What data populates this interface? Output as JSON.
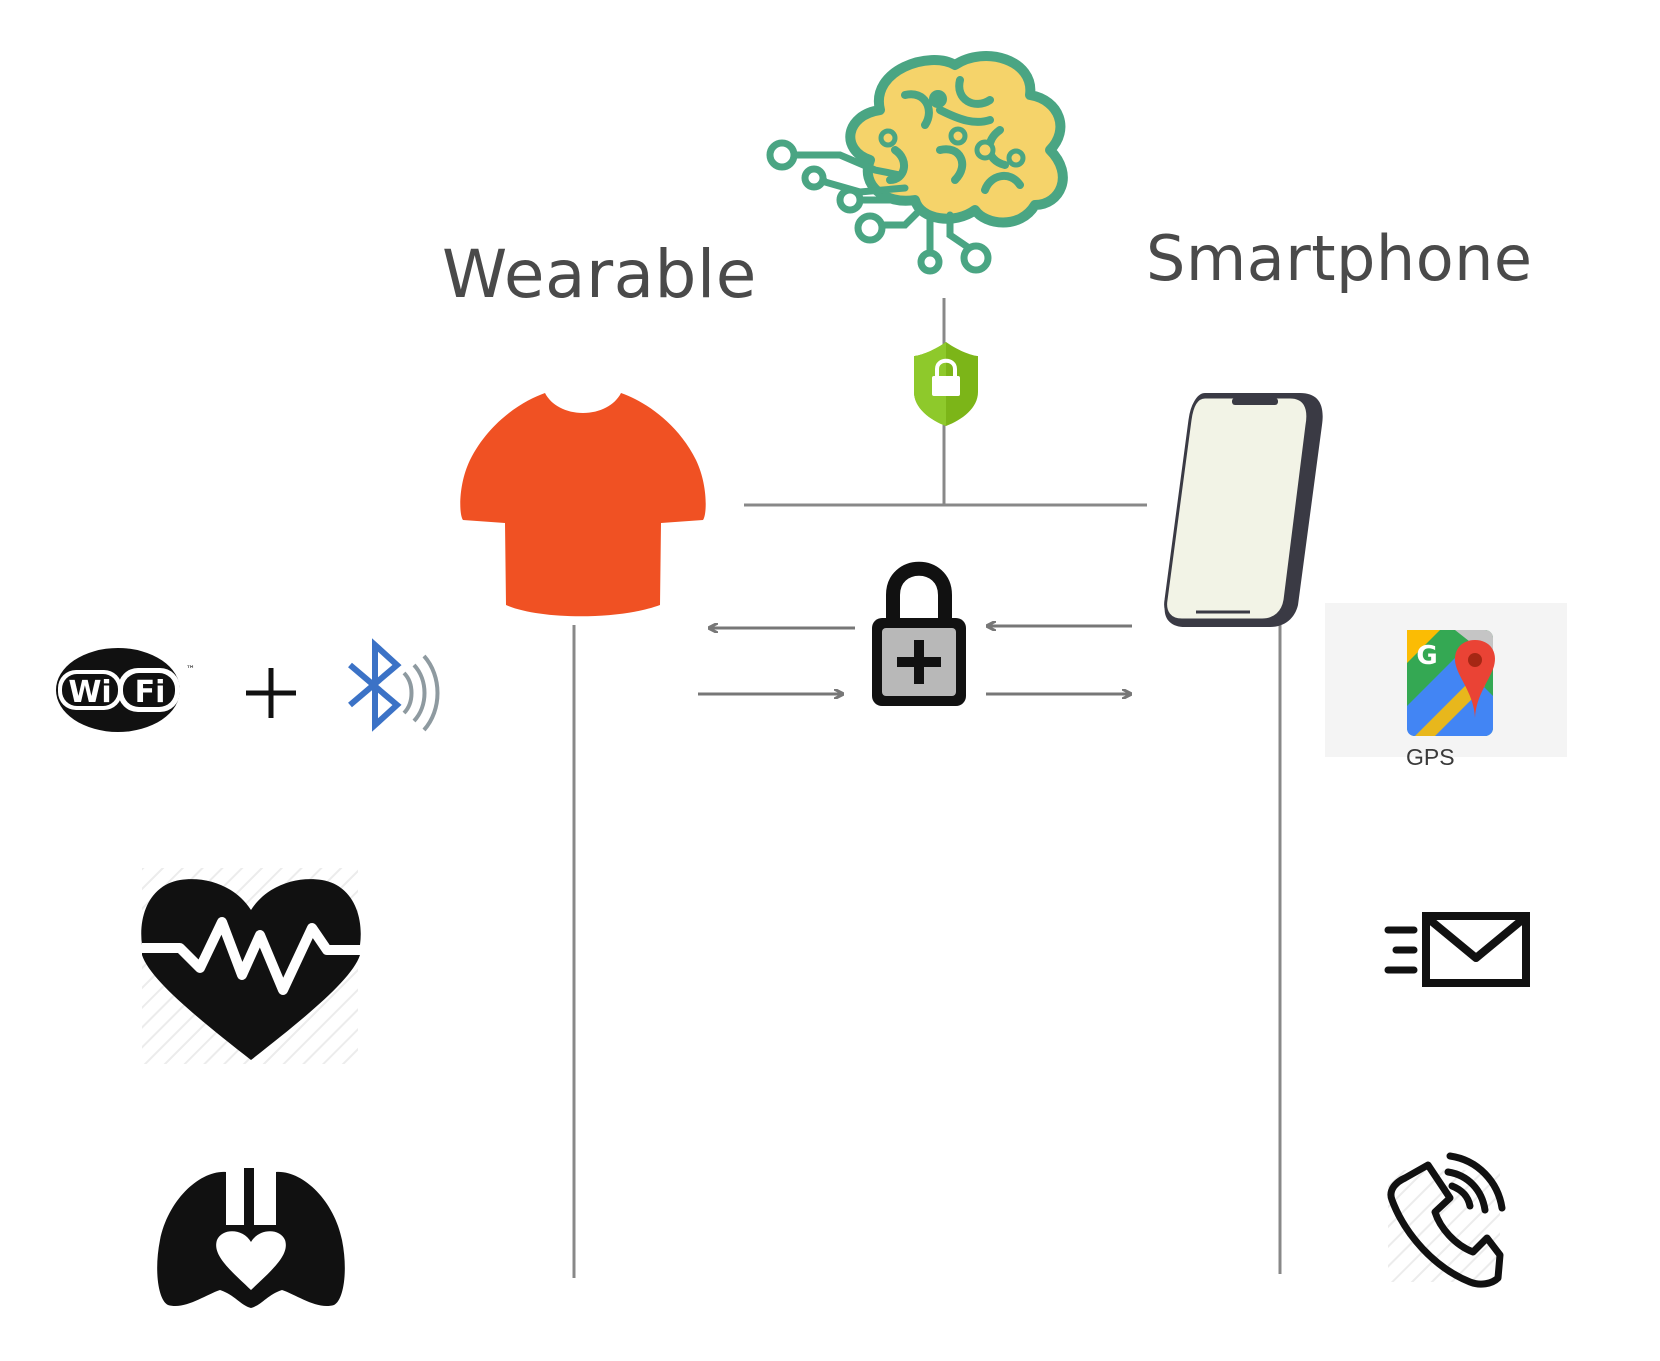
{
  "labels": {
    "wearable": "Wearable",
    "smartphone": "Smartphone",
    "gps": "GPS",
    "wifi_wi": "Wi",
    "wifi_fi": "Fi",
    "wifi_tm": "™",
    "maps_g": "G"
  },
  "icons": {
    "brain": "brain-circuit-icon",
    "shield": "shield-lock-icon",
    "tshirt": "tshirt-icon",
    "smartphone": "smartphone-icon",
    "padlock": "padlock-plus-icon",
    "wifi": "wifi-logo-icon",
    "plus": "plus-icon",
    "bluetooth": "bluetooth-signal-icon",
    "heart_rate": "heart-rate-icon",
    "lungs": "lungs-heart-icon",
    "maps": "google-maps-icon",
    "email": "fast-email-icon",
    "phone": "phone-call-icon"
  },
  "colors": {
    "tshirt": "#f05123",
    "brain_outline": "#4aa583",
    "brain_fill": "#f5d36a",
    "shield": "#7cb518",
    "phone_screen": "#f2f3e6",
    "phone_body": "#3a3a44",
    "line": "#888888",
    "label": "#4a4a4a"
  }
}
